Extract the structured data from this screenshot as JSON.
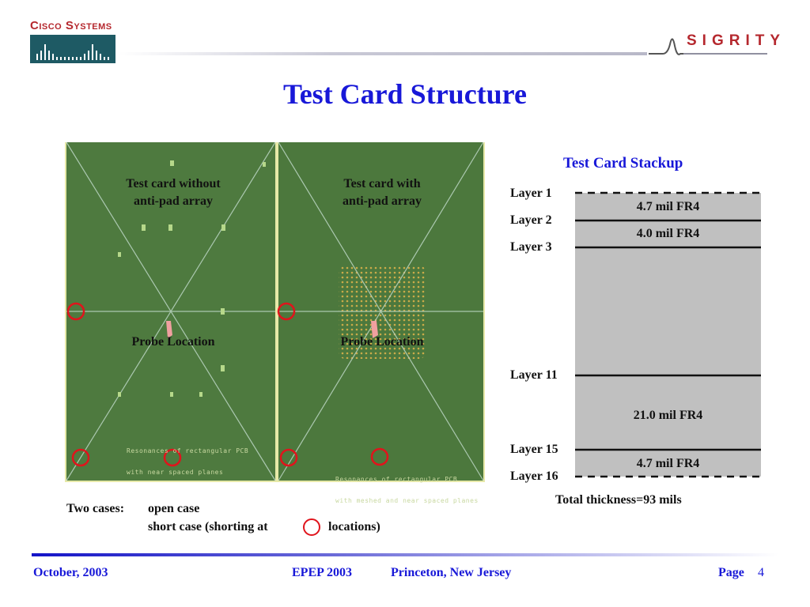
{
  "header": {
    "cisco_logo_text": "Cisco Systems",
    "sigrity_logo_text": "SIGRITY"
  },
  "title": "Test Card Structure",
  "photo": {
    "caption_left": [
      "Test card without",
      "anti-pad array"
    ],
    "caption_right": [
      "Test card with",
      "anti-pad array"
    ],
    "probe_left": "Probe Location",
    "probe_right": "Probe Location",
    "note_left": [
      "Resonances of rectangular PCB",
      "with near spaced planes"
    ],
    "note_right": [
      "Resonances of rectangular PCB",
      "with meshed and near spaced planes"
    ]
  },
  "stackup": {
    "title": "Test Card Stackup",
    "layers": [
      "Layer 1",
      "Layer 2",
      "Layer 3",
      "Layer 11",
      "Layer 15",
      "Layer 16"
    ],
    "dielectrics": [
      "4.7 mil FR4",
      "4.0 mil FR4",
      "21.0 mil FR4",
      "4.7 mil FR4"
    ],
    "total": "Total thickness=93 mils",
    "fill_color": "#c0c0c0"
  },
  "cases": {
    "label": "Two cases:",
    "case1": "open case",
    "case2_pre": "short case (shorting at",
    "case2_post": "locations)",
    "marker_color": "#e0141c"
  },
  "footer": {
    "date": "October, 2003",
    "conference": "EPEP 2003",
    "location": "Princeton, New Jersey",
    "page_label": "Page",
    "page_number": "4"
  }
}
